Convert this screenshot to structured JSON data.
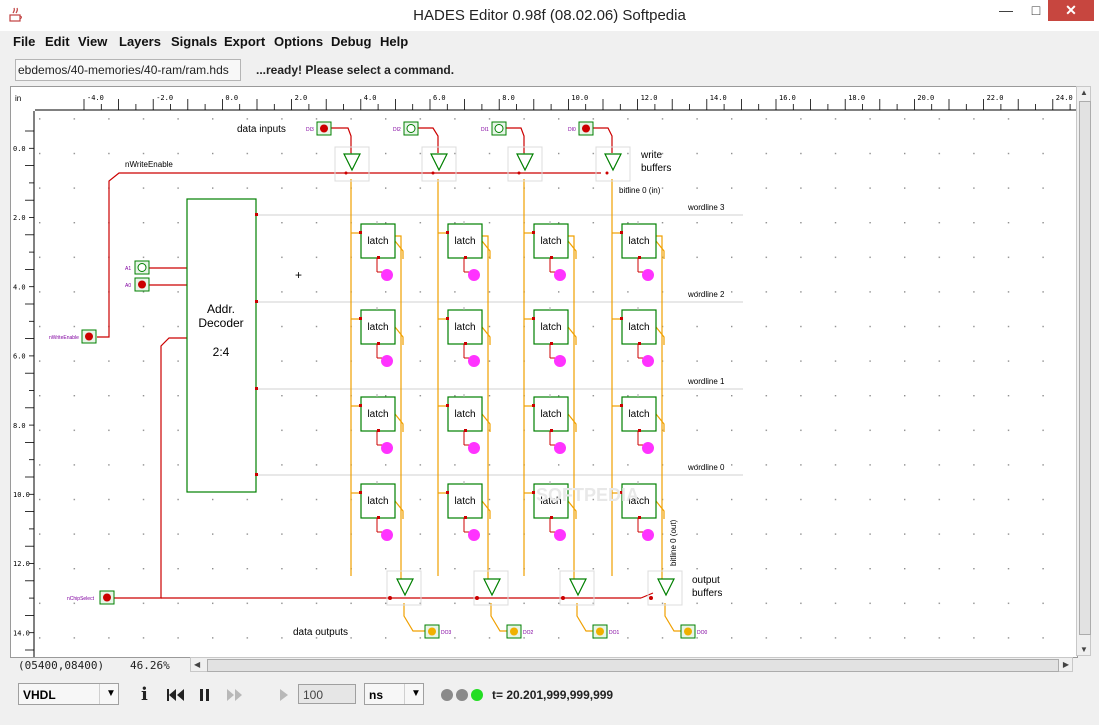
{
  "window": {
    "title": "HADES Editor 0.98f (08.02.06)   Softpedia",
    "minimize": "—",
    "maximize": "□",
    "close": "✕"
  },
  "menu": [
    "File",
    "Edit",
    "View",
    "Layers",
    "Signals",
    "Export",
    "Options",
    "Debug",
    "Help"
  ],
  "toolbar": {
    "path": "ebdemos/40-memories/40-ram/ram.hds",
    "message": "...ready! Please select a command."
  },
  "ruler": {
    "unit": "in",
    "x_labels": [
      "-4.0",
      "-2.0",
      "0.0",
      "2.0",
      "4.0",
      "6.0",
      "8.0",
      "10.0",
      "12.0",
      "14.0",
      "16.0",
      "18.0",
      "20.0",
      "22.0",
      "24.0"
    ],
    "y_labels": [
      "0.0",
      "2.0",
      "4.0",
      "6.0",
      "8.0",
      "10.0",
      "12.0",
      "14.0"
    ]
  },
  "schematic": {
    "data_inputs": "data inputs",
    "write_buffers": "write\nbuffers",
    "write_buffers_l1": "write",
    "write_buffers_l2": "buffers",
    "bitline_in": "bitline 0 (in)",
    "bitline_out": "bitline 0 (out)",
    "nwe_label": "nWriteEnable",
    "nwe_port": "nWriteEnable",
    "nchip_port": "nChipSelect",
    "decoder_l1": "Addr.",
    "decoder_l2": "Decoder",
    "decoder_l3": "2:4",
    "wordlines": [
      "wordline 3",
      "wordline 2",
      "wordline 1",
      "wordline 0"
    ],
    "latch": "latch",
    "output_buffers_l1": "output",
    "output_buffers_l2": "buffers",
    "data_outputs": "data outputs",
    "in_ports": [
      "DI3",
      "DI2",
      "DI1",
      "DI0"
    ],
    "out_ports": [
      "DO3",
      "DO2",
      "DO1",
      "DO0"
    ],
    "addr_ports": [
      "A1",
      "A0"
    ]
  },
  "status": {
    "coord": "(05400,08400)",
    "zoom": "46.26%"
  },
  "controls": {
    "language": "VHDL",
    "info": "i",
    "steps": "100",
    "unit": "ns",
    "time": "t= 20.201,999,999,999"
  },
  "colors": {
    "wire": "#cc0000",
    "bitline": "#f0a000",
    "component": "#008000",
    "probe": "#ff00ff"
  }
}
